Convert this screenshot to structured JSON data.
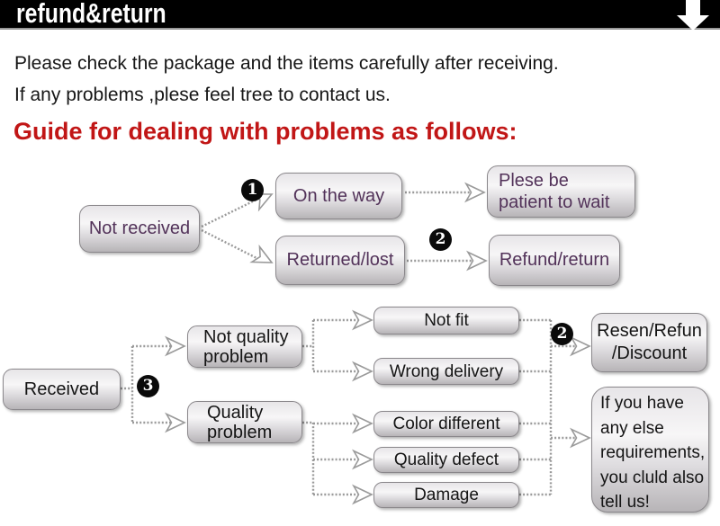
{
  "colors": {
    "header-bg": "#000000",
    "header-text": "#ffffff",
    "heading-red": "#c11616",
    "body-text": "#161616",
    "node-text-purple": "#523259",
    "node-text-dark": "#141414",
    "node-border": "#8a878b",
    "connector": "#9a9a9a"
  },
  "header": {
    "title": "refund&return",
    "arrow_icon": "down-arrow"
  },
  "intro": {
    "line1": "Please check the package and the items carefully after receiving.",
    "line2": "If any problems ,plese feel tree to contact us."
  },
  "guide_heading": "Guide for dealing with problems as follows:",
  "flowchart": {
    "badges": {
      "one": "1",
      "two": "2",
      "three": "3"
    },
    "nodes": {
      "not_received": "Not received",
      "on_the_way": "On the way",
      "returned_lost": "Returned/lost",
      "please_wait": "Plese be\npatient to wait",
      "refund_return": "Refund/return",
      "received": "Received",
      "not_quality_problem": "Not quality\nproblem",
      "quality_problem": "Quality\nproblem",
      "not_fit": "Not fit",
      "wrong_delivery": "Wrong delivery",
      "color_different": "Color different",
      "quality_defect": "Quality defect",
      "damage": "Damage",
      "resend_refund": "Resen/Refun\n/Discount",
      "other_requirements": "If you have\nany else\nrequirements,\nyou cluld also\ntell us!"
    }
  }
}
